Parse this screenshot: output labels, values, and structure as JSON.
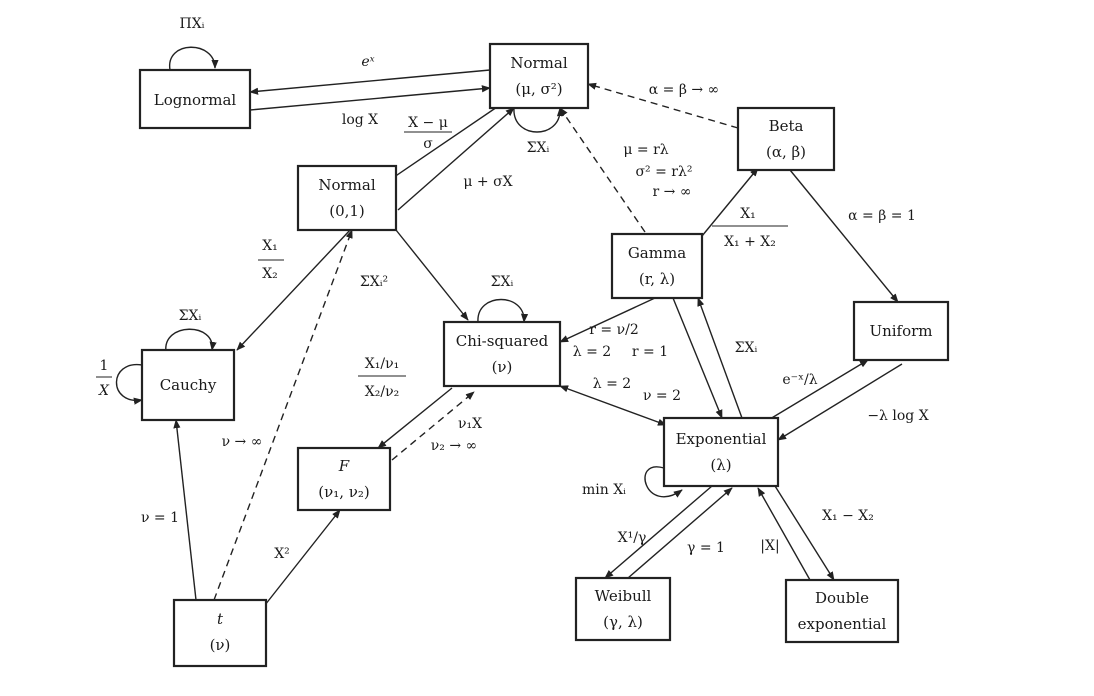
{
  "nodes": {
    "lognormal": [
      "Lognormal"
    ],
    "normal_ms": [
      "Normal",
      "(μ, σ²)"
    ],
    "normal_01": [
      "Normal",
      "(0,1)"
    ],
    "beta": [
      "Beta",
      "(α, β)"
    ],
    "gamma": [
      "Gamma",
      "(r, λ)"
    ],
    "chi_squared": [
      "Chi-squared",
      "(ν)"
    ],
    "uniform": [
      "Uniform"
    ],
    "cauchy": [
      "Cauchy"
    ],
    "exponential": [
      "Exponential",
      "(λ)"
    ],
    "f_dist": [
      "F",
      "(ν₁, ν₂)"
    ],
    "weibull": [
      "Weibull",
      "(γ, λ)"
    ],
    "double_exponential": [
      "Double",
      "exponential"
    ],
    "t_dist": [
      "t",
      "(ν)"
    ]
  },
  "edges": {
    "prod_xi": "ΠXᵢ",
    "exp_x": "eˣ",
    "log_x": "log X",
    "std_num": "X − μ",
    "std_den": "σ",
    "mu_sigma_x": "μ + σX",
    "sum_xi_normal": "ΣXᵢ",
    "alpha_beta_inf": "α = β → ∞",
    "mu_r_lambda": "μ = rλ",
    "sigma_r_lambda": "σ² = rλ²",
    "r_inf": "r → ∞",
    "beta_num": "X₁",
    "beta_den": "X₁ + X₂",
    "alpha_beta_one": "α = β = 1",
    "x1_num": "X₁",
    "x2_den": "X₂",
    "sum_xi2": "ΣXᵢ²",
    "sum_xi_chi": "ΣXᵢ",
    "sum_xi_cauchy": "ΣXᵢ",
    "inv_num": "1",
    "inv_den": "X",
    "r_nu_half": "r = ν/2",
    "lambda_2a": "λ = 2",
    "r_1": "r = 1",
    "sum_xi_gamma": "ΣXᵢ",
    "lambda_2b": "λ = 2",
    "nu_2": "ν = 2",
    "f_num": "X₁/ν₁",
    "f_den": "X₂/ν₂",
    "nu1_x": "ν₁X",
    "nu2_inf": "ν₂ → ∞",
    "nu_inf": "ν → ∞",
    "e_x_lambda": "e⁻ˣ/λ",
    "neg_lambda_log": "−λ log X",
    "min_xi": "min Xᵢ",
    "x_pow": "X¹/γ",
    "gamma_1": "γ = 1",
    "abs_x": "|X|",
    "x1_minus_x2": "X₁ − X₂",
    "nu_1": "ν = 1",
    "x_squared": "X²"
  }
}
